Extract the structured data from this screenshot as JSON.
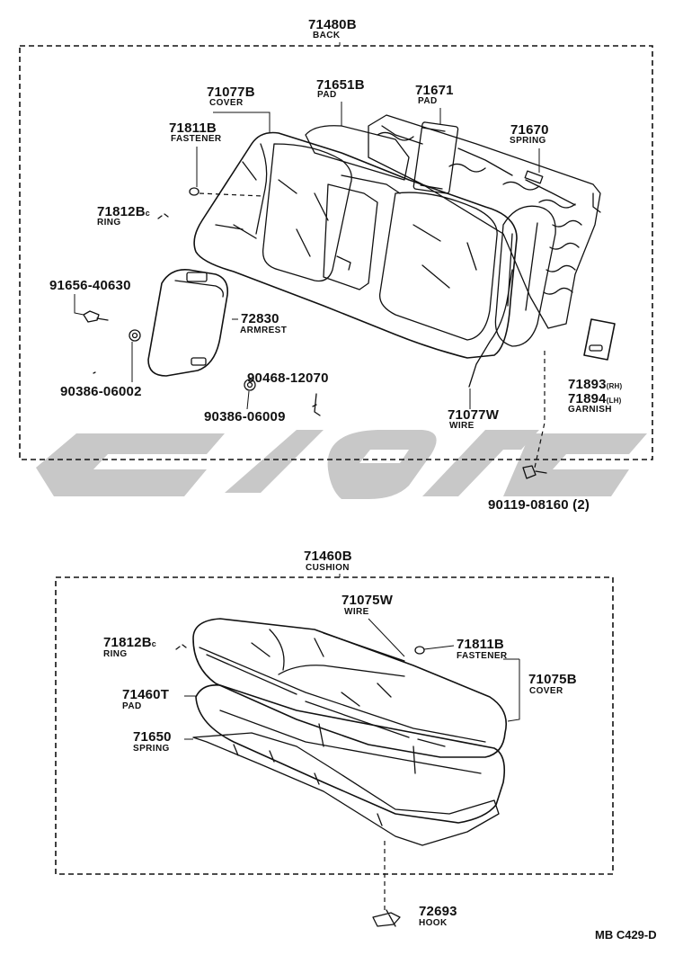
{
  "watermark": {
    "color": "#c8c8c8"
  },
  "back": {
    "assembly": {
      "number": "71480B",
      "name": "BACK"
    },
    "parts": [
      {
        "id": "cover",
        "number": "71077B",
        "name": "COVER"
      },
      {
        "id": "pad-b",
        "number": "71651B",
        "name": "PAD"
      },
      {
        "id": "pad",
        "number": "71671",
        "name": "PAD"
      },
      {
        "id": "fastener",
        "number": "71811B",
        "name": "FASTENER"
      },
      {
        "id": "spring",
        "number": "71670",
        "name": "SPRING"
      },
      {
        "id": "ring",
        "number": "71812B",
        "name": "RING",
        "suffix": "c"
      },
      {
        "id": "bolt",
        "number": "91656-40630"
      },
      {
        "id": "armrest",
        "number": "72830",
        "name": "ARMREST"
      },
      {
        "id": "nut-1",
        "number": "90386-06002"
      },
      {
        "id": "clip",
        "number": "90468-12070"
      },
      {
        "id": "nut-2",
        "number": "90386-06009"
      },
      {
        "id": "wire",
        "number": "71077W",
        "name": "WIRE"
      },
      {
        "id": "garnish-rh",
        "number": "71893",
        "suffix": "(RH)"
      },
      {
        "id": "garnish-lh",
        "number": "71894",
        "suffix": "(LH)",
        "name": "GARNISH"
      },
      {
        "id": "screw",
        "number": "90119-08160 (2)"
      }
    ]
  },
  "cushion": {
    "assembly": {
      "number": "71460B",
      "name": "CUSHION"
    },
    "parts": [
      {
        "id": "wire",
        "number": "71075W",
        "name": "WIRE"
      },
      {
        "id": "ring",
        "number": "71812B",
        "name": "RING",
        "suffix": "c"
      },
      {
        "id": "fastener",
        "number": "71811B",
        "name": "FASTENER"
      },
      {
        "id": "cover",
        "number": "71075B",
        "name": "COVER"
      },
      {
        "id": "pad",
        "number": "71460T",
        "name": "PAD"
      },
      {
        "id": "spring",
        "number": "71650",
        "name": "SPRING"
      },
      {
        "id": "hook",
        "number": "72693",
        "name": "HOOK"
      }
    ]
  },
  "figure_ref": "MB C429-D"
}
